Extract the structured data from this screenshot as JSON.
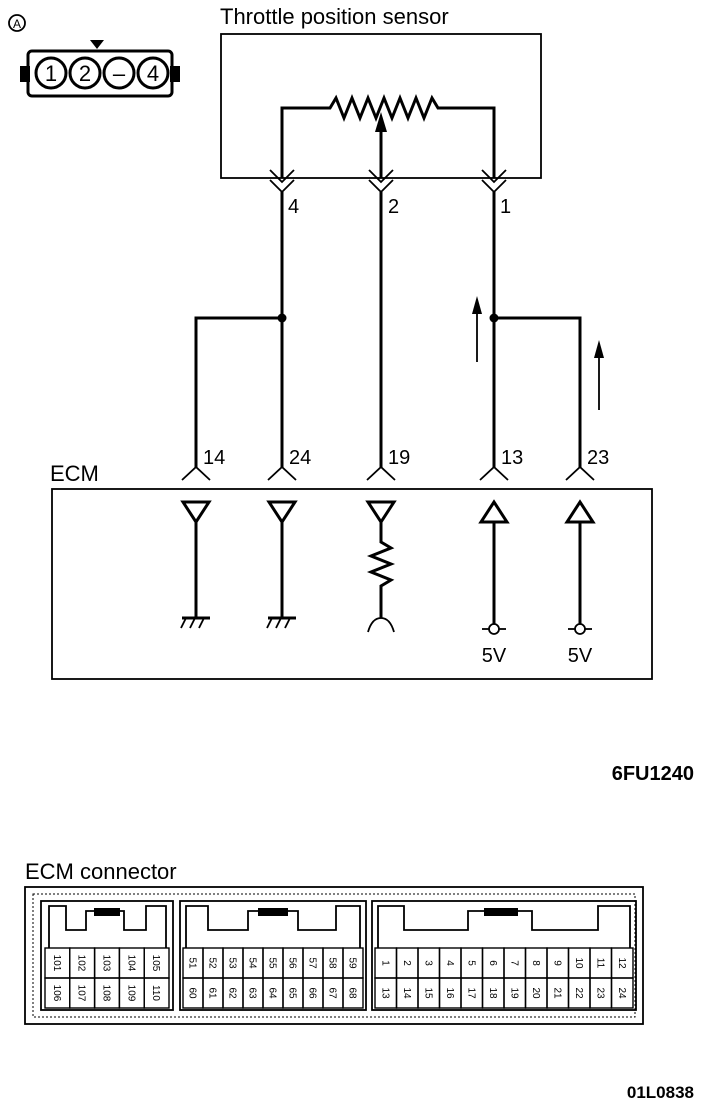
{
  "connector_a": {
    "label": "A",
    "pins": [
      "1",
      "2",
      "–",
      "4"
    ]
  },
  "sensor": {
    "title": "Throttle position sensor",
    "pins": [
      {
        "num": "4"
      },
      {
        "num": "2"
      },
      {
        "num": "1"
      }
    ]
  },
  "ecm": {
    "title": "ECM",
    "terminals": [
      {
        "num": "14",
        "type": "ground"
      },
      {
        "num": "24",
        "type": "ground"
      },
      {
        "num": "19",
        "type": "input"
      },
      {
        "num": "13",
        "type": "supply",
        "voltage": "5V"
      },
      {
        "num": "23",
        "type": "supply",
        "voltage": "5V"
      }
    ]
  },
  "codes": {
    "diagram": "6FU1240",
    "connector": "01L0838"
  },
  "ecm_connector": {
    "title": "ECM connector",
    "left_block": {
      "top": [
        "101",
        "102",
        "103",
        "104",
        "105"
      ],
      "bottom": [
        "106",
        "107",
        "108",
        "109",
        "110"
      ]
    },
    "mid_block": {
      "top": [
        "51",
        "52",
        "53",
        "54",
        "55",
        "56",
        "57",
        "58",
        "59"
      ],
      "bottom": [
        "60",
        "61",
        "62",
        "63",
        "64",
        "65",
        "66",
        "67",
        "68"
      ]
    },
    "right_block": {
      "top": [
        "1",
        "2",
        "3",
        "4",
        "5",
        "6",
        "7",
        "8",
        "9",
        "10",
        "11",
        "12"
      ],
      "bottom": [
        "13",
        "14",
        "15",
        "16",
        "17",
        "18",
        "19",
        "20",
        "21",
        "22",
        "23",
        "24"
      ]
    }
  }
}
